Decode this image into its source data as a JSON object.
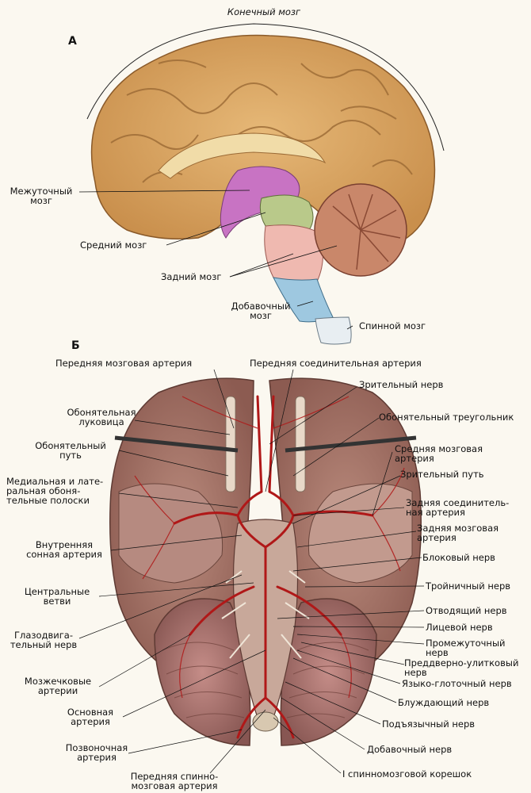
{
  "panels": {
    "a": "А",
    "b": "Б"
  },
  "top": {
    "telencephalon": "Конечный мозг",
    "diencephalon": "Межуточный\nмозг",
    "midbrain": "Средний мозг",
    "hindbrain": "Задний мозг",
    "medulla": "Добавочный\nмозг",
    "spinal": "Спинной мозг"
  },
  "bottom": {
    "ant_cerebral": "Передняя мозговая артерия",
    "ant_communicating": "Передняя соединительная артерия",
    "optic_nerve": "Зрительный нерв",
    "olf_bulb": "Обонятельная\nлуковица",
    "olf_triangle": "Обонятельный треугольник",
    "olf_tract": "Обонятельный\nпуть",
    "middle_cerebral": "Средняя мозговая\nартерия",
    "optic_tract": "Зрительный путь",
    "olf_stripes": "Медиальная и лате-\nральная обоня-\nтельные полоски",
    "post_communicating": "Задняя соединитель-\nная артерия",
    "post_cerebral": "Задняя мозговая\nартерия",
    "internal_carotid": "Внутренняя\nсонная артерия",
    "trochlear": "Блоковый нерв",
    "central_branches": "Центральные\nветви",
    "trigeminal": "Тройничный нерв",
    "abducens": "Отводящий нерв",
    "oculomotor": "Глазодвига-\nтельный нерв",
    "facial": "Лицевой нерв",
    "intermediate": "Промежуточный\nнерв",
    "vestibulocochlear": "Преддверно-улитковый\nнерв",
    "cerebellar_arteries": "Мозжечковые\nартерии",
    "glossopharyngeal": "Языко-глоточный нерв",
    "basilar": "Основная\nартерия",
    "vagus": "Блуждающий нерв",
    "hypoglossal": "Подъязычный нерв",
    "vertebral": "Позвоночная\nартерия",
    "accessory": "Добавочный нерв",
    "ant_spinal": "Передняя спинно-\nмозговая артерия",
    "first_root": "I спинномозговой корешок"
  },
  "colors": {
    "cortex": "#d9a860",
    "cortex_dark": "#b77a3c",
    "diencephalon": "#c873c3",
    "midbrain": "#b9c98a",
    "hindbrain": "#efb9b0",
    "medulla": "#9ec8e0",
    "spinal": "#e8eef2",
    "cerebellum": "#c9876a",
    "basal_brain": "#a9776a",
    "artery": "#b01818"
  }
}
